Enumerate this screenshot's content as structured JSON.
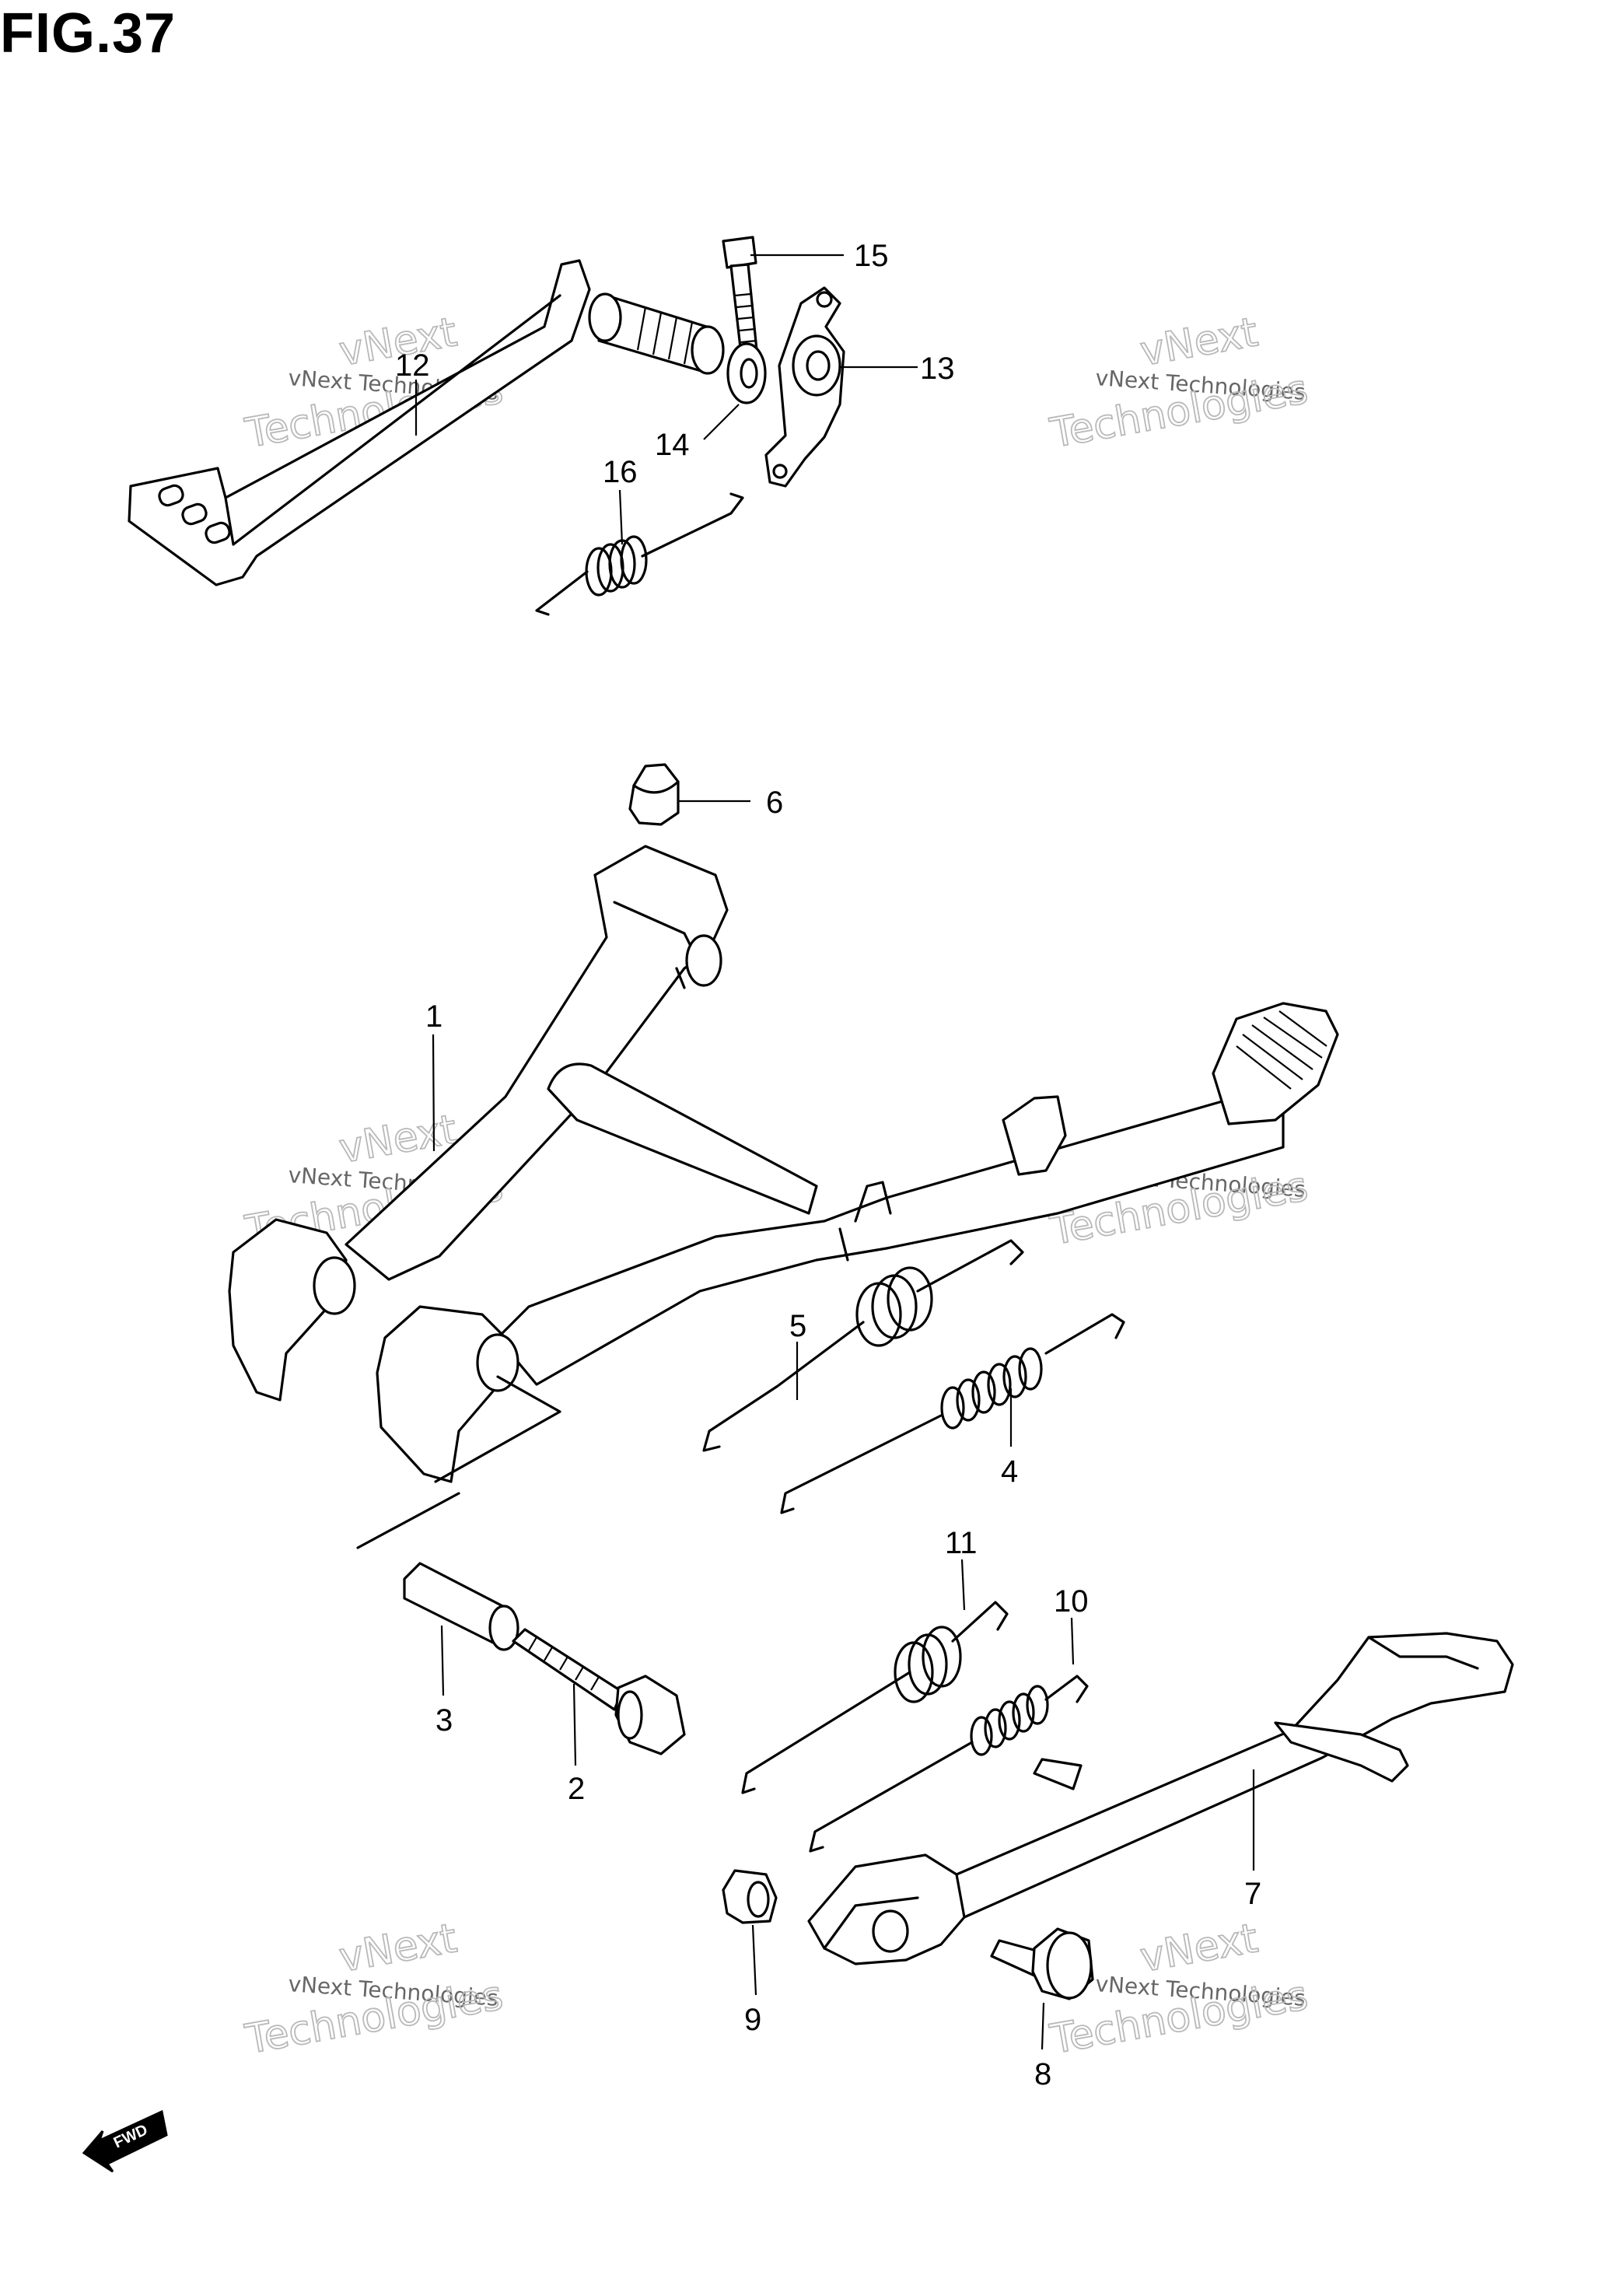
{
  "figure": {
    "title": "FIG.37"
  },
  "callouts": [
    "1",
    "2",
    "3",
    "4",
    "5",
    "6",
    "7",
    "8",
    "9",
    "10",
    "11",
    "12",
    "13",
    "14",
    "15",
    "16"
  ],
  "watermark": {
    "line1": "vNext",
    "line2": "vNext Technologies",
    "line3": "Technologies"
  },
  "fwd_label": "FWD",
  "colors": {
    "ink": "#000000",
    "background": "#ffffff",
    "watermark": "#b9b9b9"
  }
}
